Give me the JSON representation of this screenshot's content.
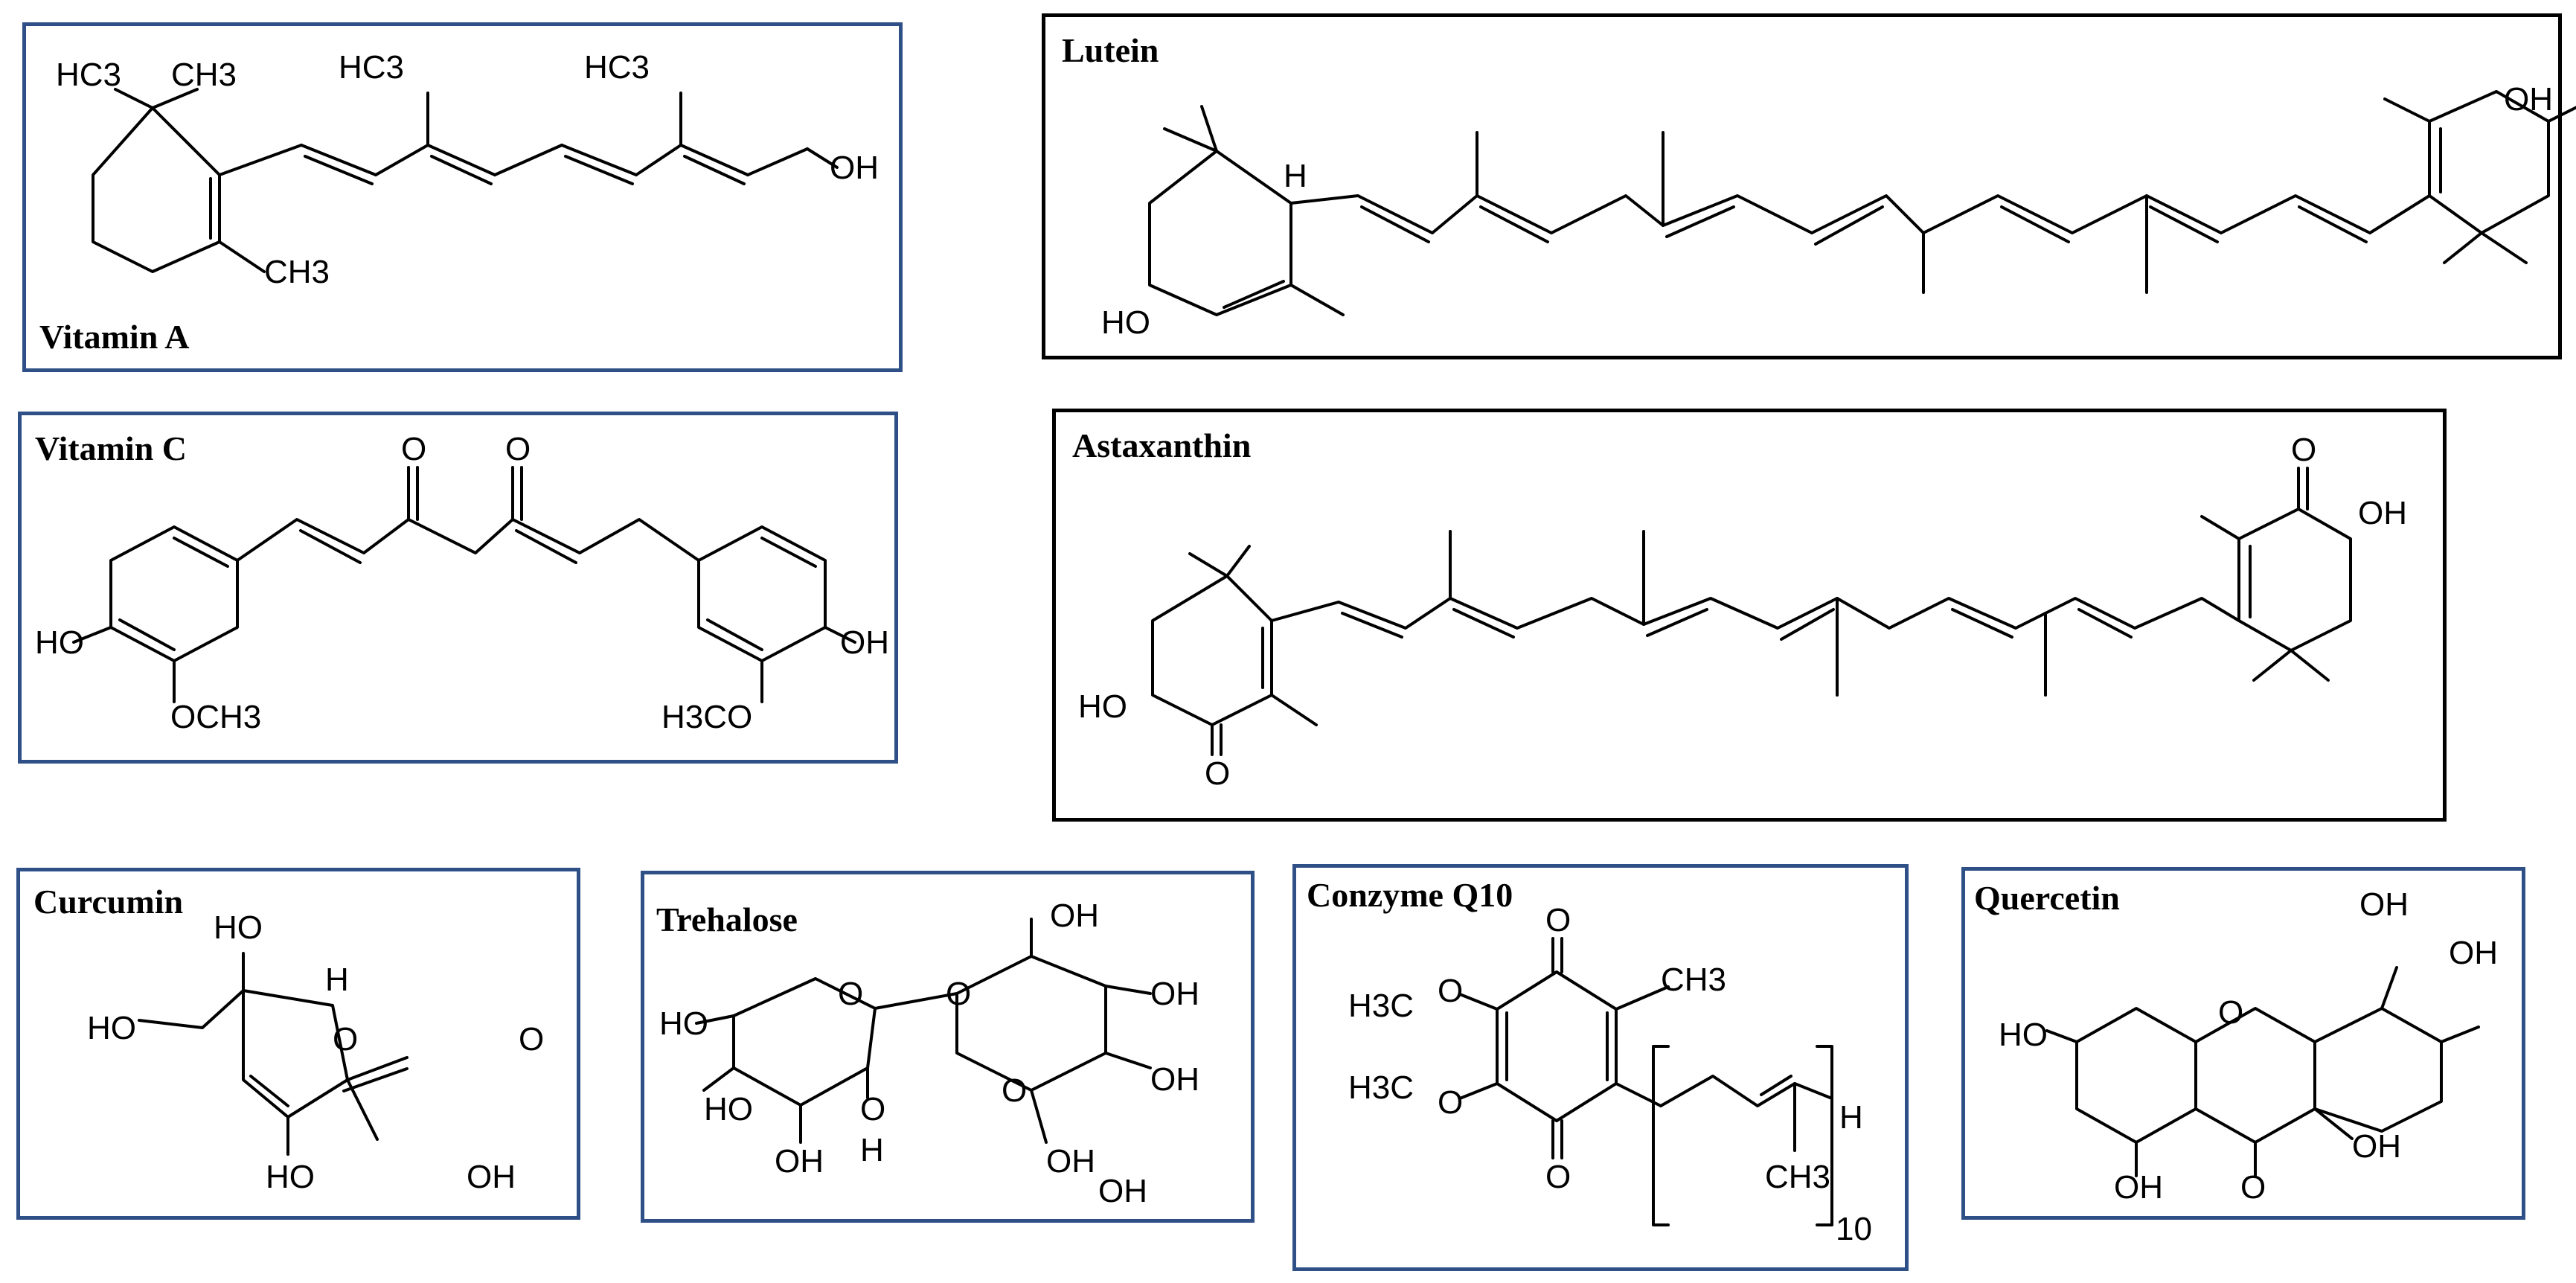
{
  "panels": [
    {
      "id": "vitamin_a",
      "label": "Vitamin A",
      "atoms": [
        "HC3",
        "CH3",
        "HC3",
        "HC3",
        "OH",
        "CH3"
      ]
    },
    {
      "id": "lutein",
      "label": "Lutein",
      "atoms": [
        "H",
        "HO",
        "OH"
      ]
    },
    {
      "id": "vitamin_c",
      "label": "Vitamin C",
      "atoms": [
        "O",
        "O",
        "HO",
        "OCH3",
        "OH",
        "H3CO"
      ]
    },
    {
      "id": "astaxanthin",
      "label": "Astaxanthin",
      "atoms": [
        "O",
        "OH",
        "HO",
        "O"
      ]
    },
    {
      "id": "curcumin",
      "label": "Curcumin",
      "atoms": [
        "HO",
        "H",
        "HO",
        "O",
        "O",
        "HO",
        "OH"
      ]
    },
    {
      "id": "trehalose",
      "label": "Trehalose",
      "atoms": [
        "OH",
        "HO",
        "O",
        "O",
        "OH",
        "O",
        "HO",
        "OH",
        "O",
        "H",
        "OH",
        "OH",
        "OH"
      ]
    },
    {
      "id": "coenzyme_q10",
      "label": "Conzyme Q10",
      "atoms": [
        "O",
        "CH3",
        "H3C",
        "O",
        "H3C",
        "O",
        "H",
        "CH3",
        "O",
        "10"
      ]
    },
    {
      "id": "quercetin",
      "label": "Quercetin",
      "atoms": [
        "OH",
        "OH",
        "HO",
        "O",
        "OH",
        "OH",
        "O"
      ]
    }
  ],
  "colors": {
    "blue_border": "#2f4f87",
    "black_border": "#000000"
  }
}
